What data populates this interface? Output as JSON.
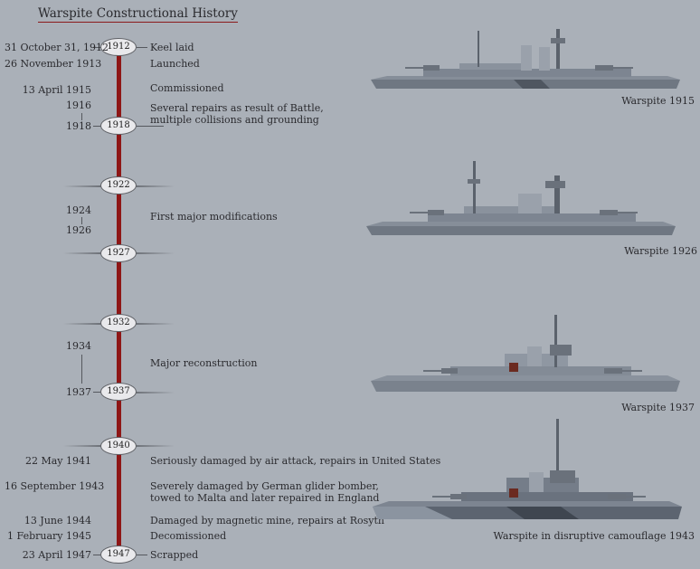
{
  "title": "Warspite Constructional History",
  "colors": {
    "background": "#aab0b8",
    "timeline": "#8e1616",
    "marker_fill": "#e9e9ec",
    "ship_hull": "#7d8591"
  },
  "markers": [
    "1912",
    "1918",
    "1922",
    "1927",
    "1932",
    "1937",
    "1940",
    "1947"
  ],
  "dates": {
    "keel": "31 October 31, 1912",
    "launched": "26 November 1913",
    "commissioned": "13 April 1915",
    "repairs_start": "1916",
    "repairs_end": "1918",
    "mod_start": "1924",
    "mod_end": "1926",
    "recon_start": "1934",
    "recon_end": "1937",
    "air_attack": "22 May 1941",
    "bomber": "16 September 1943",
    "mine": "13 June 1944",
    "decommissioned": "1 February 1945",
    "scrapped": "23 April 1947"
  },
  "events": {
    "keel": "Keel laid",
    "launched": "Launched",
    "commissioned": "Commissioned",
    "repairs_1": "Several repairs as result of Battle,",
    "repairs_2": "multiple collisions and grounding",
    "first_mod": "First major modifications",
    "recon": "Major reconstruction",
    "air_attack": "Seriously damaged by air attack, repairs in United States",
    "bomber_1": "Severely damaged by German glider bomber,",
    "bomber_2": "towed to Malta and later repaired in England",
    "mine": "Damaged by magnetic mine, repairs at Rosyth",
    "decommissioned": "Decomissioned",
    "scrapped": "Scrapped"
  },
  "ships": [
    {
      "caption": "Warspite 1915",
      "icon": "battleship-1915-icon"
    },
    {
      "caption": "Warspite 1926",
      "icon": "battleship-1926-icon"
    },
    {
      "caption": "Warspite 1937",
      "icon": "battleship-1937-icon"
    },
    {
      "caption": "Warspite in disruptive camouflage 1943",
      "icon": "battleship-1943-icon"
    }
  ]
}
